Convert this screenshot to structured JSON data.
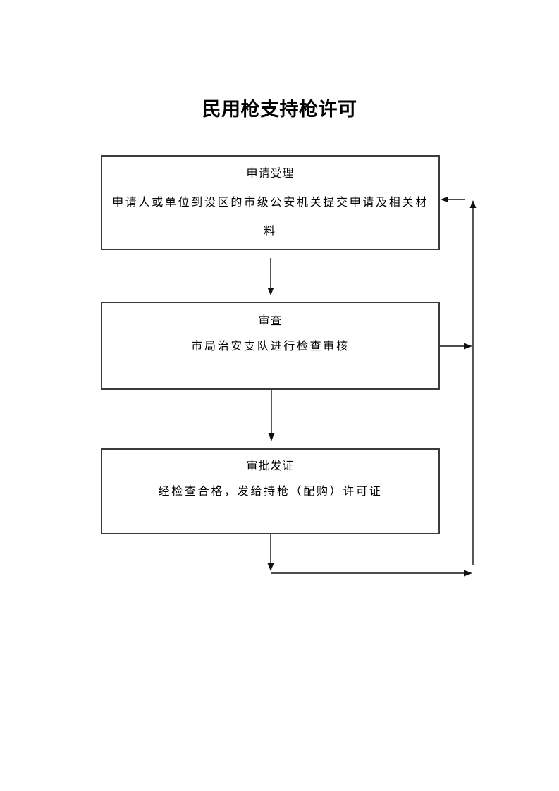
{
  "page": {
    "title": "民用枪支持枪许可",
    "background": "#ffffff"
  },
  "colors": {
    "box_border": "#3b3b3b",
    "connector_line": "#111111",
    "text": "#000000"
  },
  "flowchart": {
    "nodes": [
      {
        "id": "application-acceptance",
        "title": "申请受理",
        "description": "申请人或单位到设区的市级公安机关提交申请及相关材料"
      },
      {
        "id": "review",
        "title": "审查",
        "description": "市局治安支队进行检查审核"
      },
      {
        "id": "approval-issuance",
        "title": "审批发证",
        "description": "经检查合格，发给持枪（配购）许可证"
      }
    ],
    "connectors": [
      {
        "from": "application-acceptance",
        "to": "review",
        "type": "arrow-down"
      },
      {
        "from": "review",
        "to": "approval-issuance",
        "type": "arrow-down"
      },
      {
        "from": "review",
        "to": "feedback-line",
        "type": "arrow-right"
      },
      {
        "from": "approval-issuance",
        "to": "feedback-line",
        "type": "down-then-arrow-right"
      },
      {
        "from": "feedback-line",
        "to": "application-acceptance",
        "type": "up-then-arrow-left"
      }
    ]
  }
}
